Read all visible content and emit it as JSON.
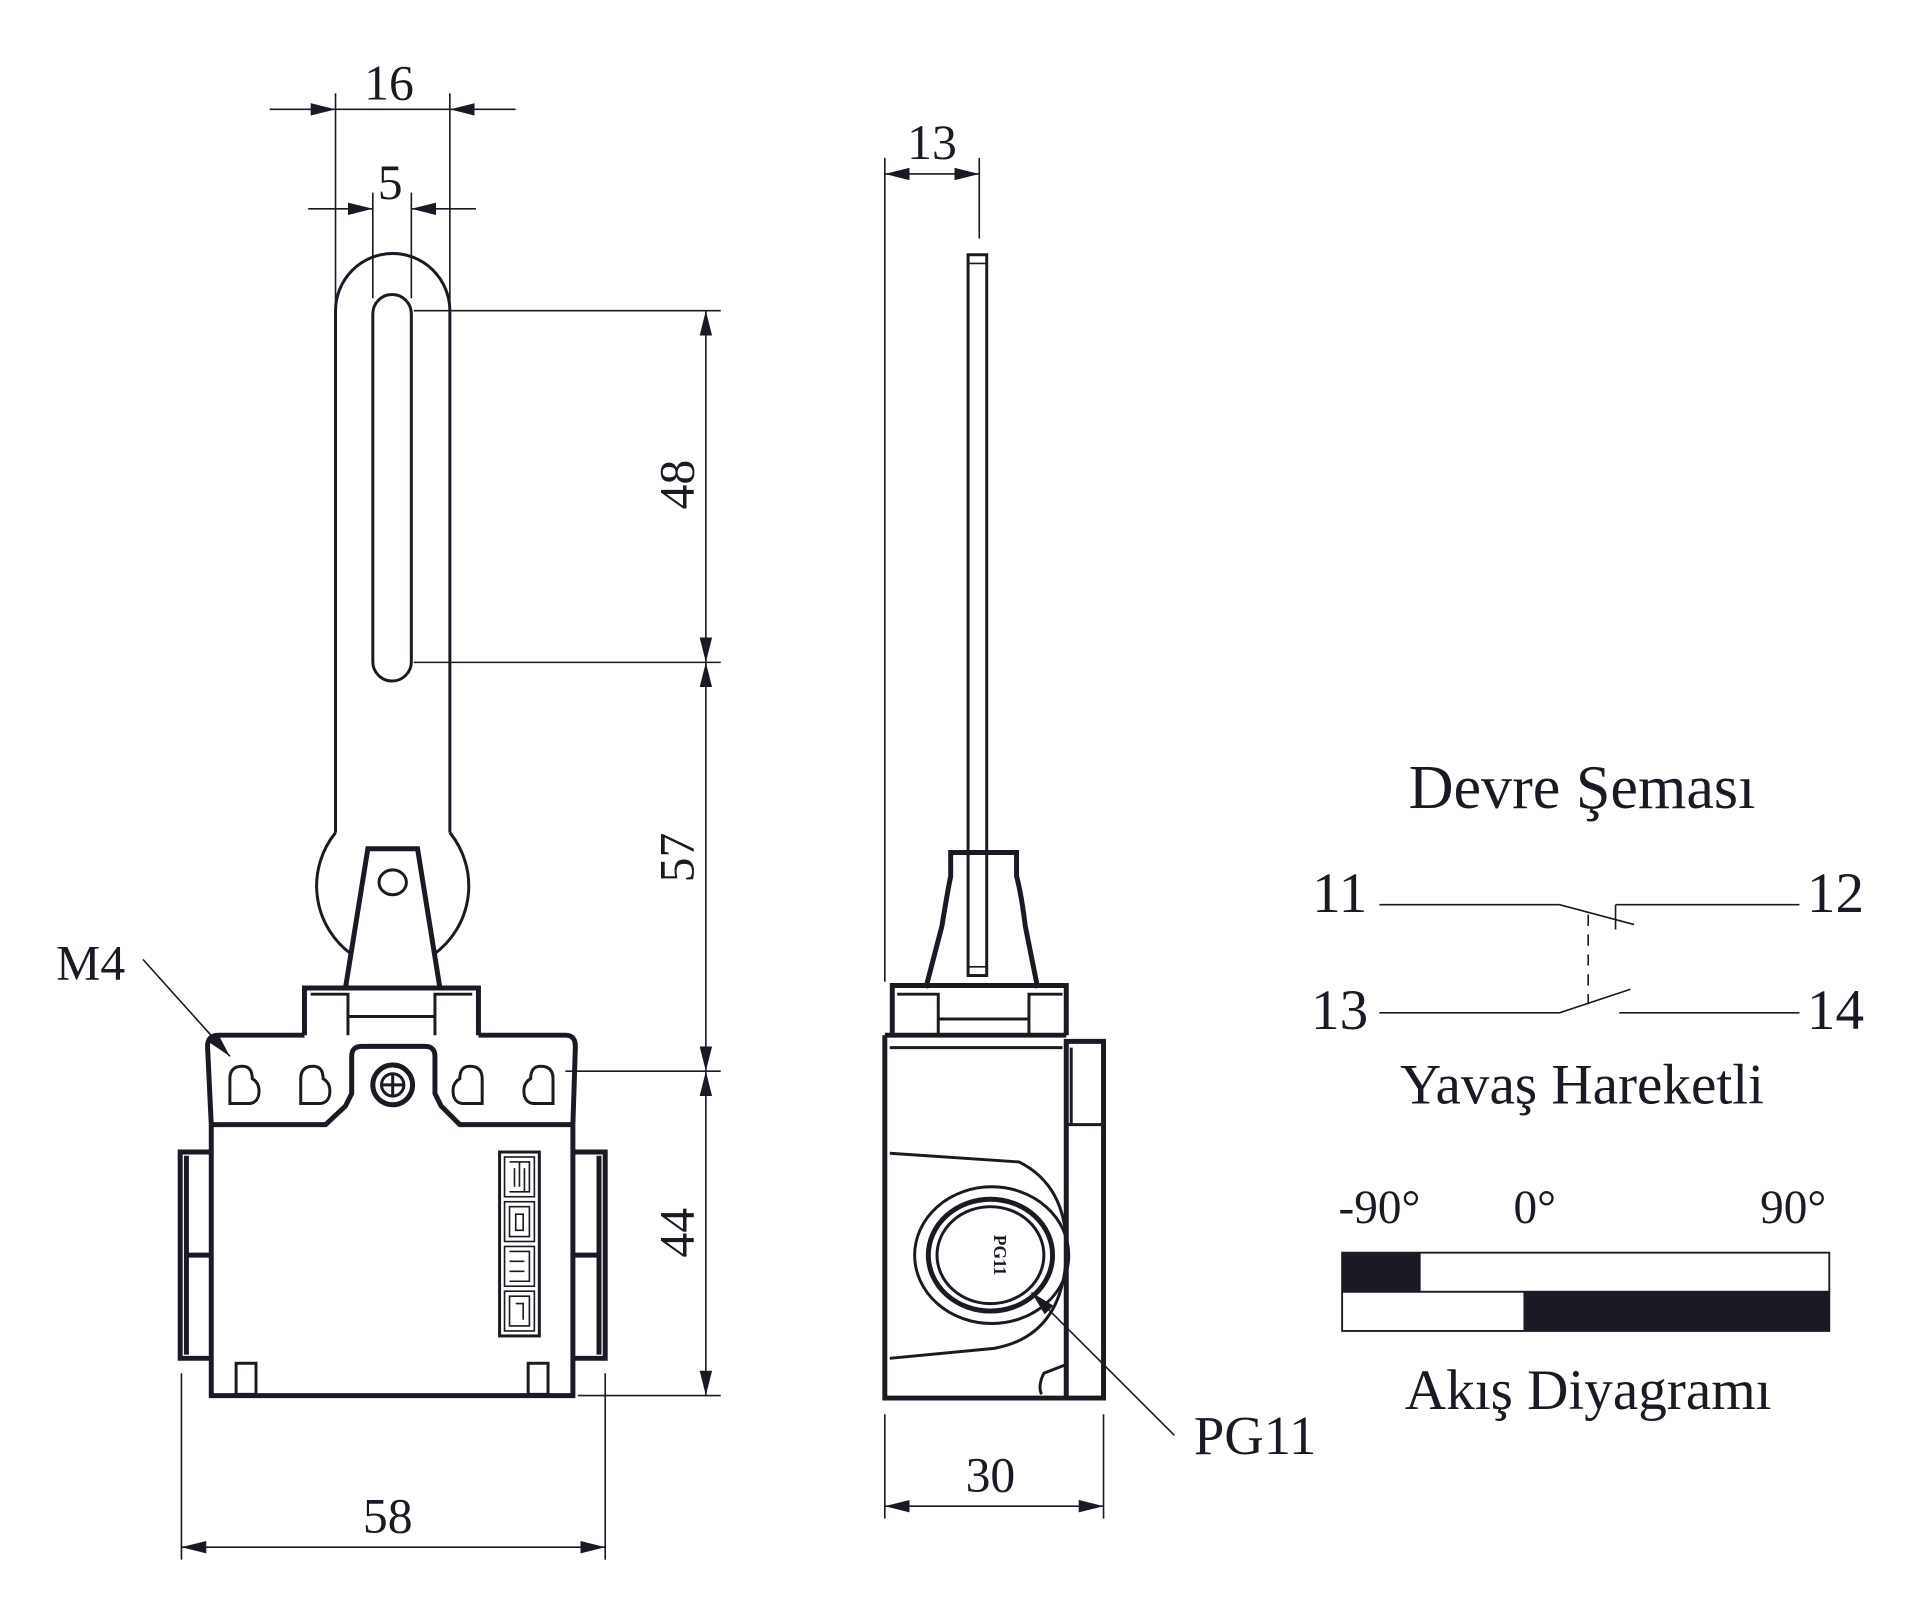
{
  "front_view": {
    "dim_lever_width": "16",
    "dim_slot_width": "5",
    "dim_slot_length": "48",
    "dim_slot_to_holes": "57",
    "dim_holes_to_bottom": "44",
    "dim_body_width": "58",
    "mount_hole_label": "M4"
  },
  "side_view": {
    "dim_lever_offset": "13",
    "dim_depth": "30",
    "gland_label": "PG11",
    "gland_marking": "PG11"
  },
  "circuit": {
    "title": "Devre Şeması",
    "terminals": [
      "11",
      "12",
      "13",
      "14"
    ],
    "subtitle": "Yavaş Hareketli"
  },
  "flow": {
    "title": "Akış Diyagramı",
    "ticks": [
      "-90°",
      "0°",
      "90°"
    ],
    "range_deg": [
      -90,
      90
    ],
    "rows": [
      {
        "contacts": "11-12",
        "closed_from_deg": -90,
        "closed_to_deg": -61
      },
      {
        "contacts": "13-14",
        "closed_from_deg": -23,
        "closed_to_deg": 90
      }
    ],
    "color_closed": "#1a1a24",
    "color_open": "#ffffff"
  }
}
